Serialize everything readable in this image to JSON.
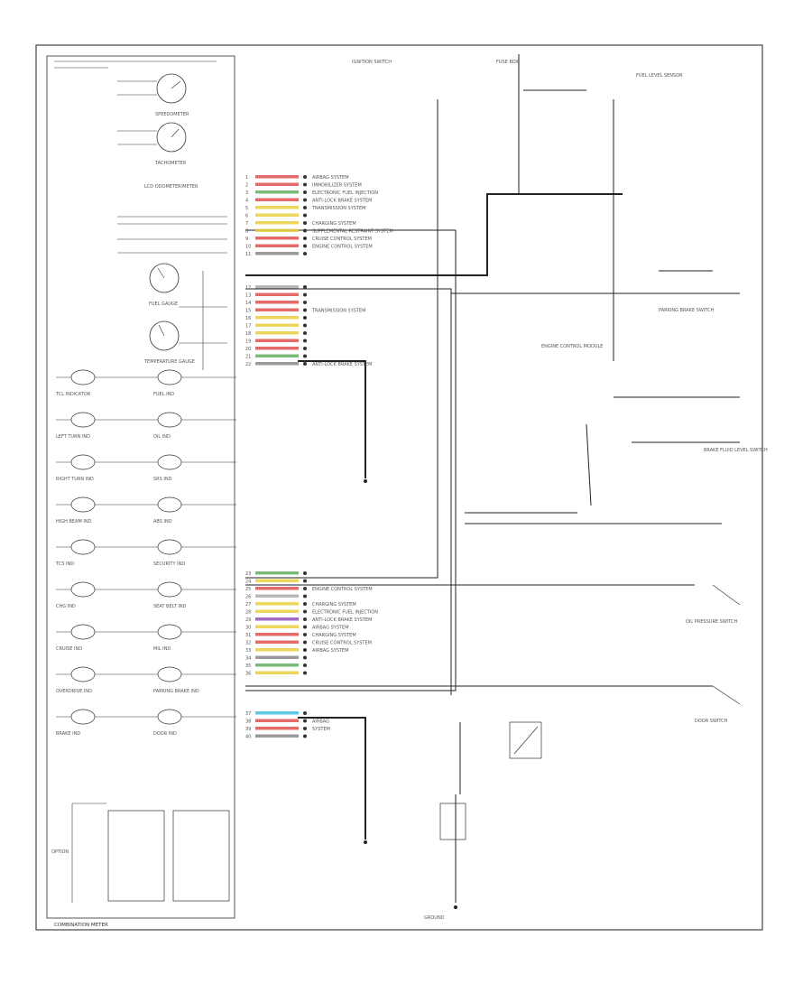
{
  "cluster": {
    "gauges": [
      "SPEEDOMETER",
      "TACHOMETER",
      "FUEL GAUGE",
      "TEMPERATURE GAUGE"
    ],
    "odometer": "LCD ODOMETER/METER",
    "left_lamps": [
      "TCL INDICATOR",
      "LEFT TURN IND",
      "RIGHT TURN IND",
      "HIGH BEAM IND",
      "TCS IND",
      "CHG IND",
      "CRUISE IND",
      "OVERDRIVE IND",
      "BRAKE IND"
    ],
    "right_lamps": [
      "FUEL IND",
      "OIL IND",
      "SRS IND",
      "ABS IND",
      "SECURITY IND",
      "SEAT BELT IND",
      "MIL IND",
      "PARKING BRAKE IND",
      "DOOR IND"
    ],
    "footer": "COMBINATION METER"
  },
  "connectors": {
    "block1": [
      {
        "pin": "1",
        "color": "#e05050",
        "text": "AIRBAG SYSTEM"
      },
      {
        "pin": "2",
        "color": "#e05050",
        "text": "IMMOBILIZER SYSTEM"
      },
      {
        "pin": "3",
        "color": "#60b060",
        "text": "ELECTRONIC FUEL INJECTION"
      },
      {
        "pin": "4",
        "color": "#e05050",
        "text": "ANTI-LOCK BRAKE SYSTEM"
      },
      {
        "pin": "5",
        "color": "#e8d040",
        "text": "TRANSMISSION SYSTEM"
      },
      {
        "pin": "6",
        "color": "#e8d040",
        "text": ""
      },
      {
        "pin": "7",
        "color": "#e8d040",
        "text": "CHARGING SYSTEM"
      },
      {
        "pin": "8",
        "color": "#e8d040",
        "text": "SUPPLEMENTAL RESTRAINT SYSTEM"
      },
      {
        "pin": "9",
        "color": "#e05050",
        "text": "CRUISE CONTROL SYSTEM"
      },
      {
        "pin": "10",
        "color": "#e05050",
        "text": "ENGINE CONTROL SYSTEM"
      },
      {
        "pin": "11",
        "color": "#888888",
        "text": ""
      }
    ],
    "block2": [
      {
        "pin": "12",
        "color": "#aaaaaa",
        "text": ""
      },
      {
        "pin": "13",
        "color": "#e05050",
        "text": ""
      },
      {
        "pin": "14",
        "color": "#e05050",
        "text": ""
      },
      {
        "pin": "15",
        "color": "#e05050",
        "text": "TRANSMISSION SYSTEM"
      },
      {
        "pin": "16",
        "color": "#e8d040",
        "text": ""
      },
      {
        "pin": "17",
        "color": "#e8d040",
        "text": ""
      },
      {
        "pin": "18",
        "color": "#e8d040",
        "text": ""
      },
      {
        "pin": "19",
        "color": "#e05050",
        "text": ""
      },
      {
        "pin": "20",
        "color": "#e05050",
        "text": ""
      },
      {
        "pin": "21",
        "color": "#60b060",
        "text": ""
      },
      {
        "pin": "22",
        "color": "#888888",
        "text": "ANTI-LOCK BRAKE SYSTEM"
      }
    ],
    "block3": [
      {
        "pin": "23",
        "color": "#60b060",
        "text": ""
      },
      {
        "pin": "24",
        "color": "#e8d040",
        "text": ""
      },
      {
        "pin": "25",
        "color": "#e05050",
        "text": "ENGINE CONTROL SYSTEM"
      },
      {
        "pin": "26",
        "color": "#aaaaaa",
        "text": ""
      },
      {
        "pin": "27",
        "color": "#e8d040",
        "text": "CHARGING SYSTEM"
      },
      {
        "pin": "28",
        "color": "#e8d040",
        "text": "ELECTRONIC FUEL INJECTION"
      },
      {
        "pin": "29",
        "color": "#9050c0",
        "text": "ANTI-LOCK BRAKE SYSTEM"
      },
      {
        "pin": "30",
        "color": "#e8d040",
        "text": "AIRBAG SYSTEM"
      },
      {
        "pin": "31",
        "color": "#e05050",
        "text": "CHARGING SYSTEM"
      },
      {
        "pin": "32",
        "color": "#e05050",
        "text": "CRUISE CONTROL SYSTEM"
      },
      {
        "pin": "33",
        "color": "#e8d040",
        "text": "AIRBAG SYSTEM"
      },
      {
        "pin": "34",
        "color": "#888888",
        "text": ""
      },
      {
        "pin": "35",
        "color": "#60b060",
        "text": ""
      },
      {
        "pin": "36",
        "color": "#e8d040",
        "text": ""
      }
    ],
    "block4": [
      {
        "pin": "37",
        "color": "#40c0e0",
        "text": ""
      },
      {
        "pin": "38",
        "color": "#e05050",
        "text": "AIRBAG"
      },
      {
        "pin": "39",
        "color": "#e05050",
        "text": "SYSTEM"
      },
      {
        "pin": "40",
        "color": "#888888",
        "text": ""
      }
    ]
  },
  "right_components": [
    "IGNITION SWITCH",
    "FUSE BOX",
    "FUEL LEVEL SENSOR",
    "ENGINE CONTROL MODULE",
    "BRAKE FLUID LEVEL SWITCH",
    "PARKING BRAKE SWITCH",
    "OIL PRESSURE SWITCH",
    "DOOR SWITCH",
    "GROUND"
  ],
  "bottom_left_label": "OPTION",
  "colors": {
    "wire_green": "#7ecf6e",
    "wire_yellow": "#e8e060",
    "wire_blue": "#6a6ae8",
    "wire_black": "#222222",
    "border": "#444444"
  }
}
